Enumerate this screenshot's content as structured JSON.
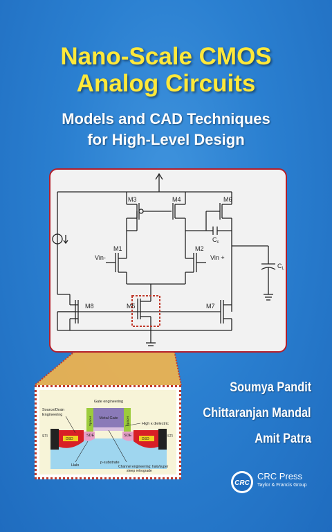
{
  "cover": {
    "title_line1": "Nano-Scale CMOS",
    "title_line2": "Analog Circuits",
    "subtitle_line1": "Models and CAD Techniques",
    "subtitle_line2": "for High-Level Design"
  },
  "circuit": {
    "labels": {
      "m1": "M1",
      "m2": "M2",
      "m3": "M3",
      "m4": "M4",
      "m5": "M5",
      "m6": "M6",
      "m7": "M7",
      "m8": "M8",
      "vin_minus": "Vin-",
      "vin_plus": "Vin +",
      "cc": "C",
      "cc_sub": "c",
      "cl": "C",
      "cl_sub": "L"
    }
  },
  "device": {
    "labels": {
      "gate_eng": "Gate engineering",
      "metal_gate": "Metal Gate",
      "source_drain1": "Source/Drain",
      "source_drain2": "Engineering",
      "spacer": "Spacer",
      "high_k": "High κ dielectric",
      "sde": "SDE",
      "dsd": "DSD",
      "sti": "STI",
      "halo": "Halo",
      "p_sub": "p-substrate",
      "channel1": "Channel engineering: halo/super",
      "channel2": "steep retrograde"
    }
  },
  "authors": [
    "Soumya Pandit",
    "Chittaranjan Mandal",
    "Amit Patra"
  ],
  "publisher": {
    "logo_text": "CRC",
    "name": "CRC Press",
    "group": "Taylor & Francis Group"
  },
  "colors": {
    "background": "#2a7fd0",
    "title": "#ffe83a",
    "panel_border": "#b41e2a",
    "zoom": "#f5b54a"
  }
}
